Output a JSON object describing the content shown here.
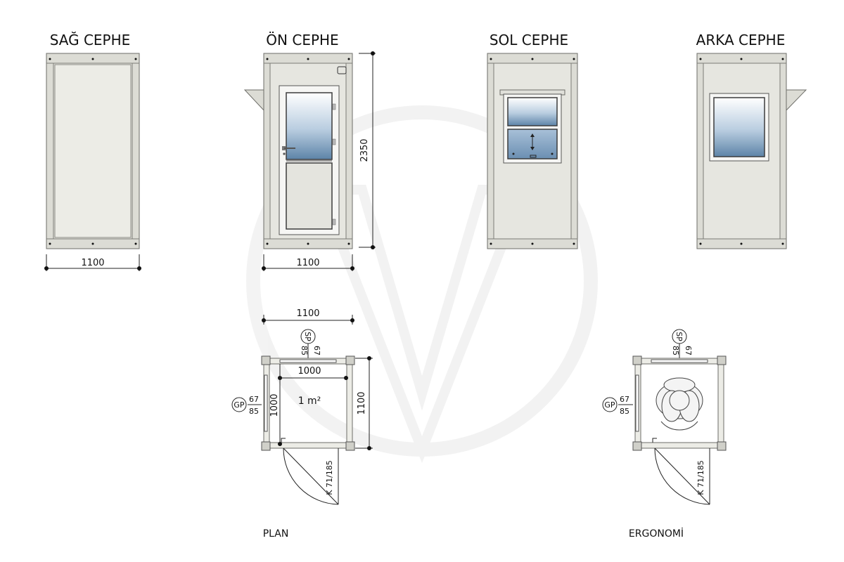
{
  "elevations": {
    "right": {
      "title": "SAĞ CEPHE",
      "width_label": "1100"
    },
    "front": {
      "title": "ÖN CEPHE",
      "width_label": "1100",
      "height_label": "2350"
    },
    "left": {
      "title": "SOL CEPHE"
    },
    "back": {
      "title": "ARKA CEPHE"
    }
  },
  "plan": {
    "caption": "PLAN",
    "outer_width": "1100",
    "inner_width": "1000",
    "inner_depth": "1000",
    "outer_depth": "1100",
    "area": "1 m²",
    "sp_tag": "SP",
    "sp_top": "67",
    "sp_bottom": "85",
    "gp_tag": "GP",
    "gp_top": "67",
    "gp_bottom": "85",
    "door_label": "K 71/185"
  },
  "ergonomi": {
    "caption": "ERGONOMİ",
    "sp_tag": "SP",
    "sp_top": "67",
    "sp_bottom": "85",
    "gp_tag": "GP",
    "gp_top": "67",
    "gp_bottom": "85",
    "door_label": "K 71/185"
  }
}
